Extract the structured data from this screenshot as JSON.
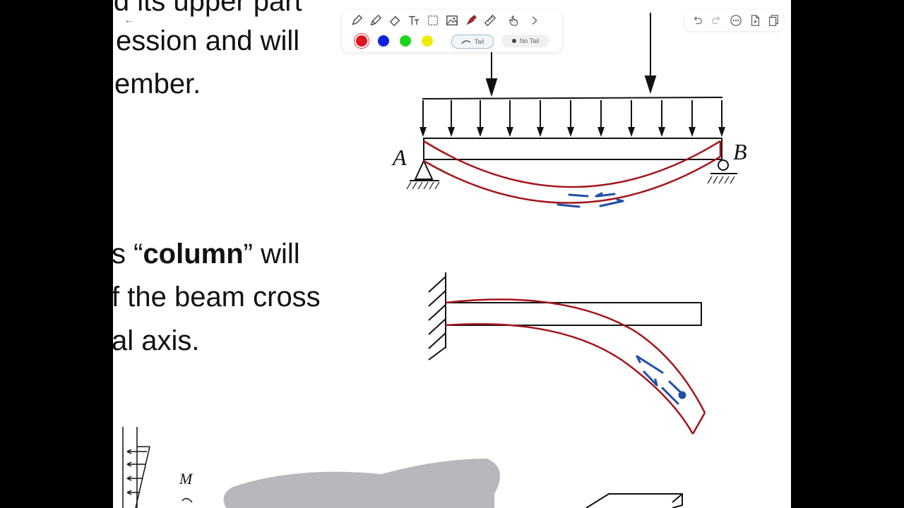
{
  "slide": {
    "lines_top": [
      "id its upper part",
      "ession and will",
      "ember."
    ],
    "column_prefix": "s “",
    "column_word": "column",
    "column_suffix": "” will",
    "lines_mid": [
      "f the beam cross",
      "al axis."
    ],
    "support_label_a": "A",
    "support_label_b": "B",
    "moment_label": "M"
  },
  "toolbar": {
    "tools": [
      "pen-tool",
      "pencil-tool",
      "eraser-tool",
      "text-tool",
      "lasso-select-tool",
      "image-tool",
      "highlighter-tool",
      "ruler-tool",
      "hand-tool",
      "more-tools-chevron"
    ],
    "colors": [
      "#e0121d",
      "#1420e0",
      "#1ed41e",
      "#f2e900"
    ],
    "selected_color": "#e0121d",
    "tail_label": "Tail",
    "no_tail_label": "No Tail"
  },
  "top_right_toolbar": {
    "buttons": [
      "undo",
      "redo",
      "more",
      "add-page",
      "pages"
    ]
  },
  "ink": {
    "red": "#a3151c",
    "blue": "#1f4fa6"
  }
}
